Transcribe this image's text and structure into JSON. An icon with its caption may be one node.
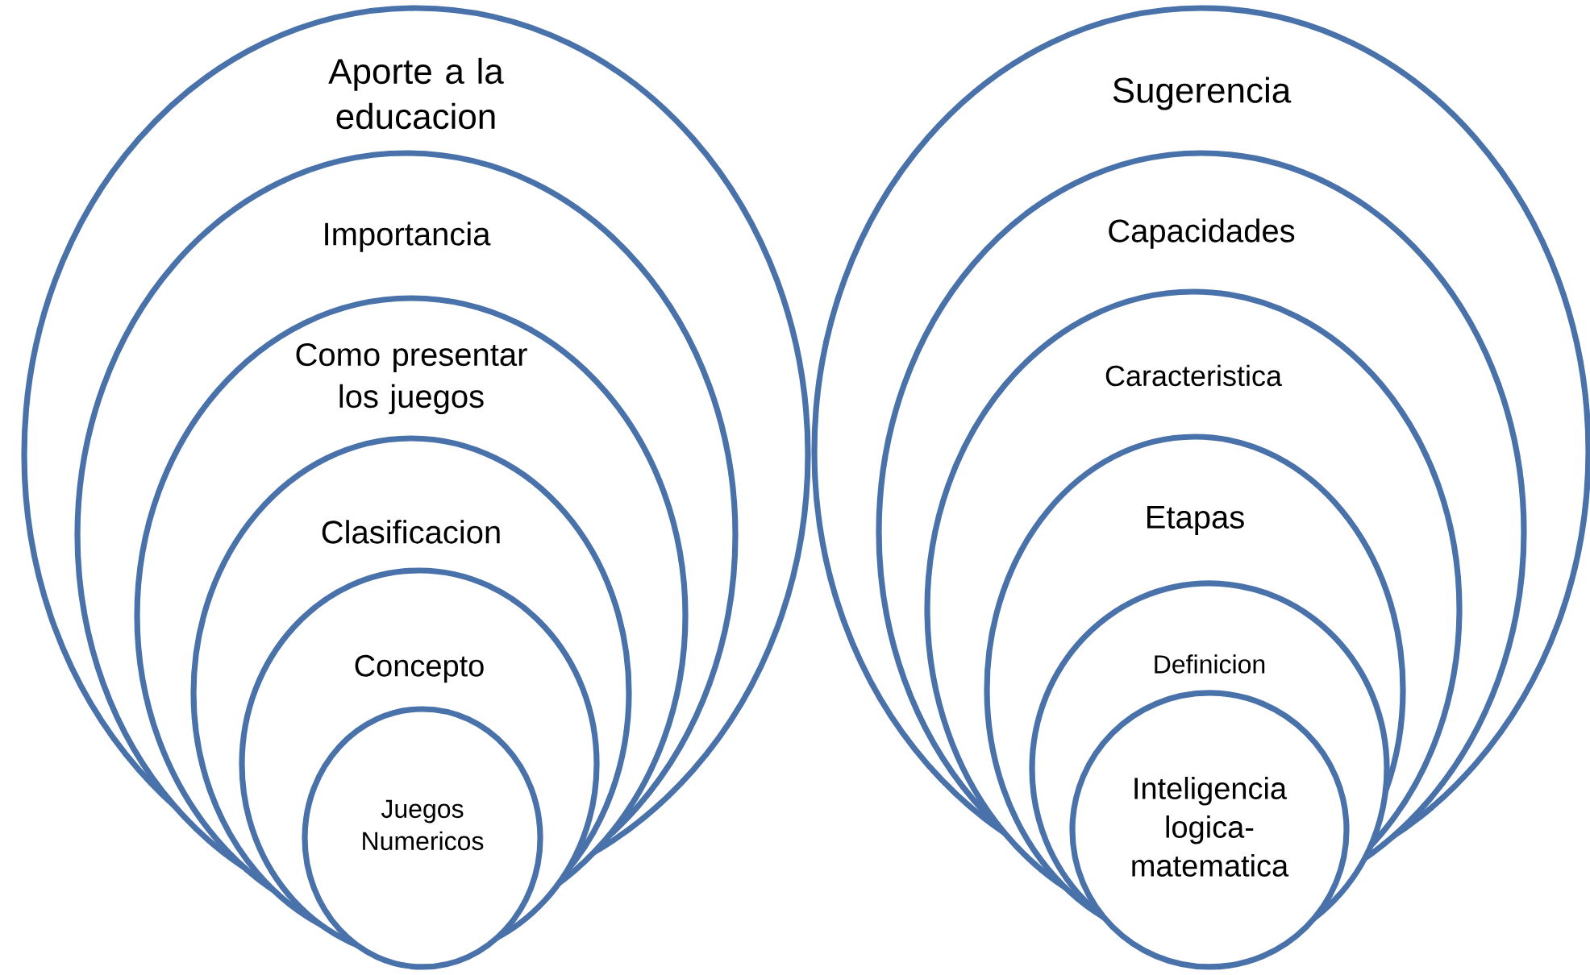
{
  "diagram": {
    "nodes": [
      {
        "text": [
          "Aporte a la educacion"
        ]
      },
      {
        "text": [
          "Importancia"
        ],
        "in": 0
      },
      {
        "text": [
          "Como presentar los juegos"
        ],
        "in": 1
      },
      {
        "text": [
          "Clasificacion"
        ],
        "in": 2
      },
      {
        "text": [
          "Concepto"
        ],
        "in": 3
      },
      {
        "text": [
          "Juegos Numericos"
        ],
        "in": 4
      },
      {
        "text": [
          "Sugerencia"
        ]
      },
      {
        "text": [
          "Capacidades"
        ],
        "in": 6
      },
      {
        "text": [
          "Caracteristica"
        ],
        "in": 7
      },
      {
        "text": [
          "Etapas"
        ],
        "in": 8
      },
      {
        "text": [
          "Definicion"
        ],
        "in": 9
      },
      {
        "text": [
          "Inteligencia logica-matematica"
        ],
        "in": 10
      }
    ]
  }
}
